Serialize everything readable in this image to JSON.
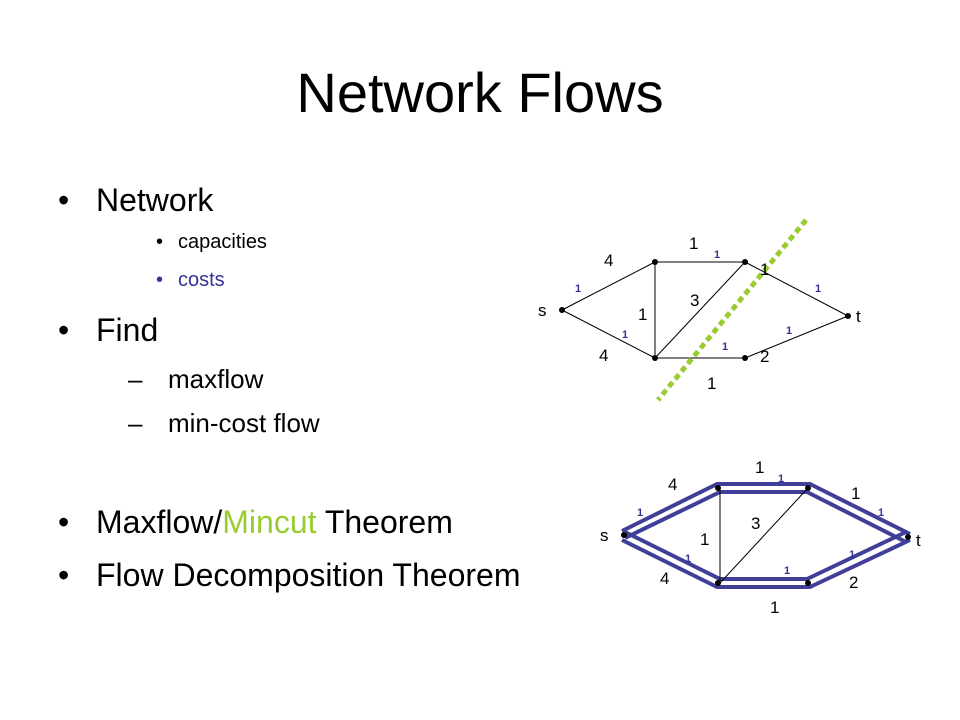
{
  "title": "Network Flows",
  "colors": {
    "accent": "#99cc33",
    "cost": "#333399",
    "cut": "#99cc33",
    "path": "#3f3f99"
  },
  "bullets": {
    "network": "Network",
    "capacities": "capacities",
    "costs": "costs",
    "find": "Find",
    "maxflow": "maxflow",
    "mincost": "min-cost flow",
    "theorem_pre": "Maxflow/",
    "theorem_hl": "Mincut",
    "theorem_post": " Theorem",
    "decomposition": "Flow Decomposition Theorem"
  },
  "graph": {
    "source": "s",
    "sink": "t",
    "edges": [
      {
        "id": "s-a",
        "capacity": "4",
        "cost": "1"
      },
      {
        "id": "s-c",
        "capacity": "4",
        "cost": "1"
      },
      {
        "id": "a-b",
        "capacity": "1",
        "cost": "1"
      },
      {
        "id": "a-c",
        "capacity": "1",
        "cost": ""
      },
      {
        "id": "c-b",
        "capacity": "3",
        "cost": ""
      },
      {
        "id": "c-d",
        "capacity": "1",
        "cost": "1"
      },
      {
        "id": "b-t",
        "capacity": "1",
        "cost": "1"
      },
      {
        "id": "d-t",
        "capacity": "2",
        "cost": "1"
      }
    ]
  }
}
